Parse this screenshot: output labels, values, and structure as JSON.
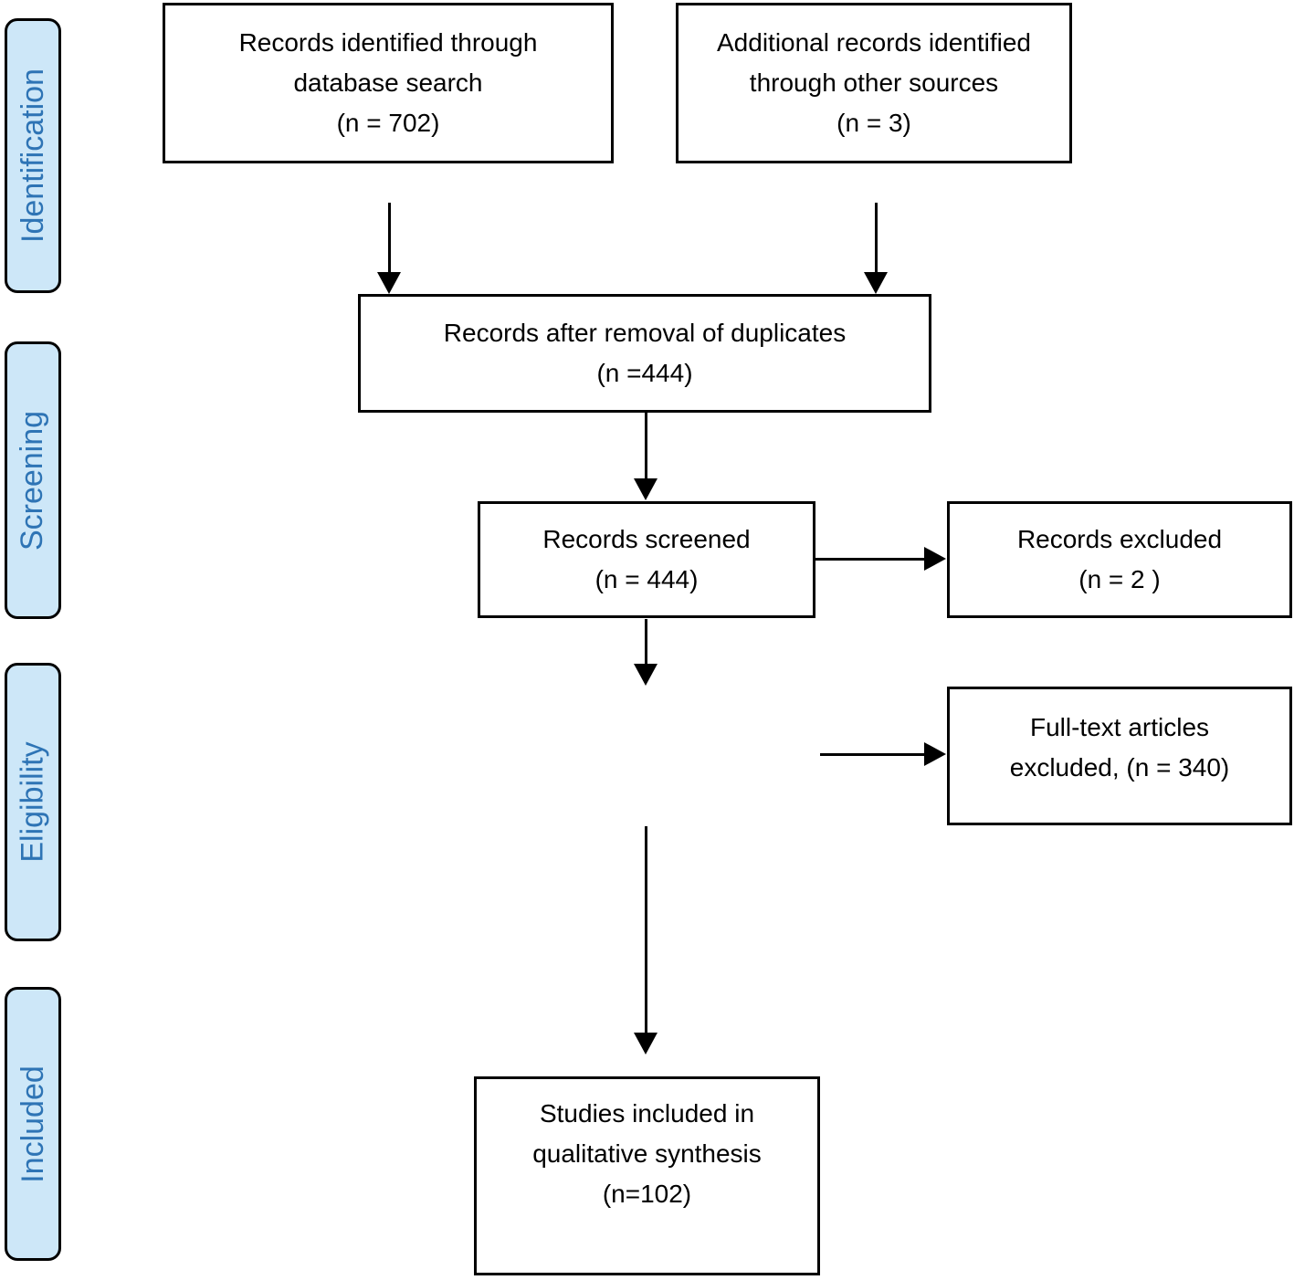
{
  "diagram": {
    "type": "prisma-flow",
    "colors": {
      "stage_fill": "#cde7f8",
      "stage_text_blue": "#2e74b5",
      "line_black": "#000000",
      "background": "#ffffff"
    },
    "stages": [
      {
        "label": "Identification"
      },
      {
        "label": "Screening"
      },
      {
        "label": "Eligibility"
      },
      {
        "label": "Included"
      }
    ],
    "boxes": {
      "records_identified": {
        "text": "Records identified through\ndatabase search\n(n = 702)",
        "n": 702
      },
      "additional_records": {
        "text": "Additional records identified\nthrough other sources\n(n = 3)",
        "n": 3
      },
      "after_duplicates": {
        "text": "Records after removal of duplicates\n(n =444)",
        "n": 444
      },
      "records_screened": {
        "text": "Records screened\n(n = 444)",
        "n": 444
      },
      "records_excluded": {
        "text": "Records excluded\n(n = 2 )",
        "n": 2
      },
      "fulltext_excluded": {
        "text": "Full-text articles\nexcluded, (n = 340)",
        "n": 340
      },
      "studies_included": {
        "text": "Studies included in\nqualitative synthesis\n(n=102)",
        "n": 102
      }
    }
  }
}
